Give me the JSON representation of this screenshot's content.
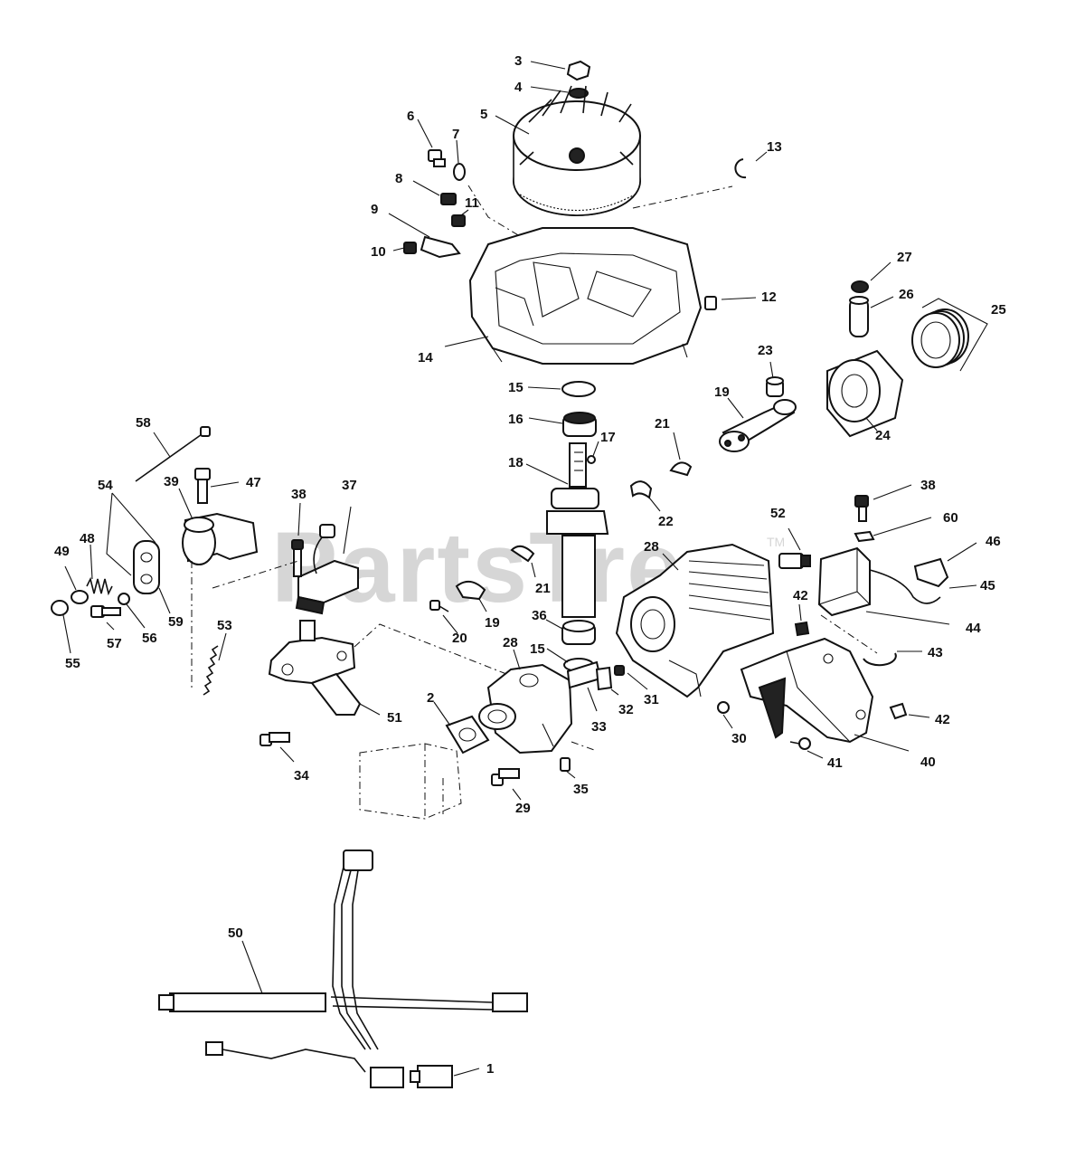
{
  "watermark": {
    "text": "PartsTree",
    "tm": "TM"
  },
  "labels": {
    "p1": "1",
    "p2": "2",
    "p3": "3",
    "p4": "4",
    "p5": "5",
    "p6": "6",
    "p7": "7",
    "p8": "8",
    "p9": "9",
    "p10": "10",
    "p11": "11",
    "p12": "12",
    "p13": "13",
    "p14": "14",
    "p15a": "15",
    "p15b": "15",
    "p16": "16",
    "p17": "17",
    "p18": "18",
    "p19a": "19",
    "p19b": "19",
    "p20": "20",
    "p21a": "21",
    "p21b": "21",
    "p22": "22",
    "p23": "23",
    "p24": "24",
    "p25": "25",
    "p26": "26",
    "p27": "27",
    "p28a": "28",
    "p28b": "28",
    "p29": "29",
    "p30": "30",
    "p31": "31",
    "p32": "32",
    "p33": "33",
    "p34": "34",
    "p35": "35",
    "p36": "36",
    "p37": "37",
    "p38a": "38",
    "p38b": "38",
    "p39": "39",
    "p40": "40",
    "p41": "41",
    "p42a": "42",
    "p42b": "42",
    "p43": "43",
    "p44": "44",
    "p45": "45",
    "p46": "46",
    "p47": "47",
    "p48": "48",
    "p49": "49",
    "p50": "50",
    "p51": "51",
    "p52": "52",
    "p53": "53",
    "p54": "54",
    "p55": "55",
    "p56": "56",
    "p57": "57",
    "p58": "58",
    "p59": "59",
    "p60": "60"
  }
}
